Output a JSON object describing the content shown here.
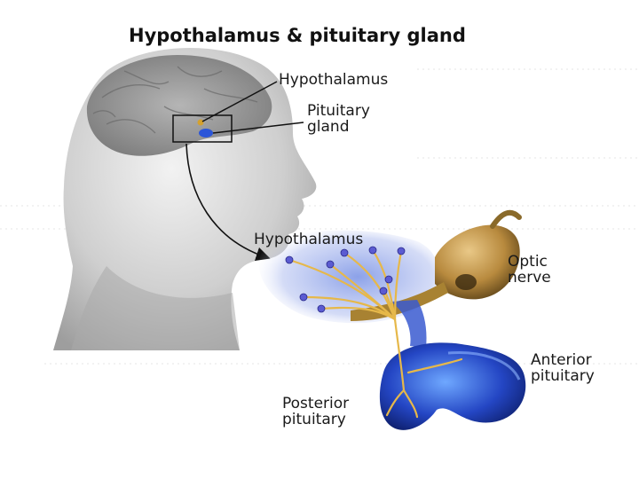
{
  "title": "Hypothalamus & pituitary gland",
  "labels": {
    "hypothalamus_top": "Hypothalamus",
    "pituitary_gland": "Pituitary\ngland",
    "hypothalamus_detail": "Hypothalamus",
    "optic_nerve": "Optic\nnerve",
    "anterior_pituitary": "Anterior\npituitary",
    "posterior_pituitary": "Posterior\npituitary"
  },
  "colors": {
    "skin": "#c9c9c9",
    "brain": "#9a9a9a",
    "hypothalamus_glow": "#6f86d6",
    "pituitary_blue": "#1f3fb8",
    "neuron_gold": "#e6b84a",
    "nerve_tan": "#c8a050",
    "neuron_body": "#5b5bd1"
  }
}
